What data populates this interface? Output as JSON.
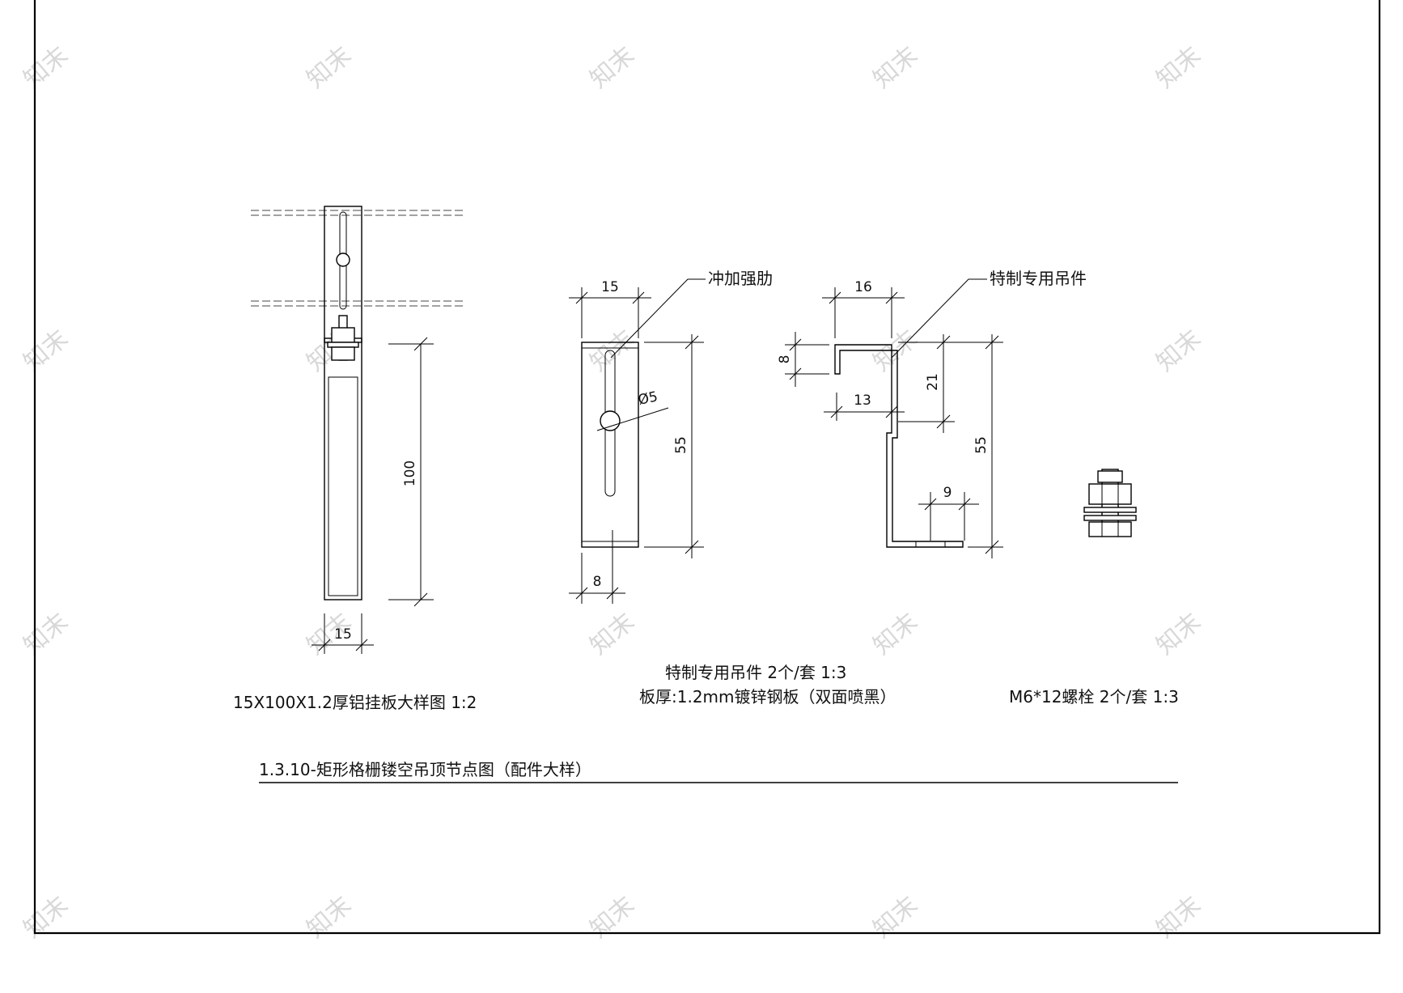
{
  "aluminum_plate": {
    "caption": "15X100X1.2厚铝挂板大样图 1:2",
    "dim_height": "100",
    "dim_width": "15"
  },
  "hanger_front": {
    "dim_width": "15",
    "dim_height": "55",
    "dim_bottom": "8",
    "dim_hole": "Ø5",
    "label_rib": "冲加强肋"
  },
  "hanger_side": {
    "dim_top": "16",
    "dim_lip": "8",
    "dim_drop": "21",
    "dim_inner": "13",
    "dim_height": "55",
    "dim_foot": "9",
    "label_part": "特制专用吊件"
  },
  "hanger_caption": {
    "line1": "特制专用吊件   2个/套   1:3",
    "line2": "板厚:1.2mm镀锌钢板（双面喷黑）"
  },
  "bolt": {
    "caption": "M6*12螺栓  2个/套   1:3"
  },
  "drawing_title": "1.3.10-矩形格栅镂空吊顶节点图（配件大样）",
  "watermark": "知末"
}
